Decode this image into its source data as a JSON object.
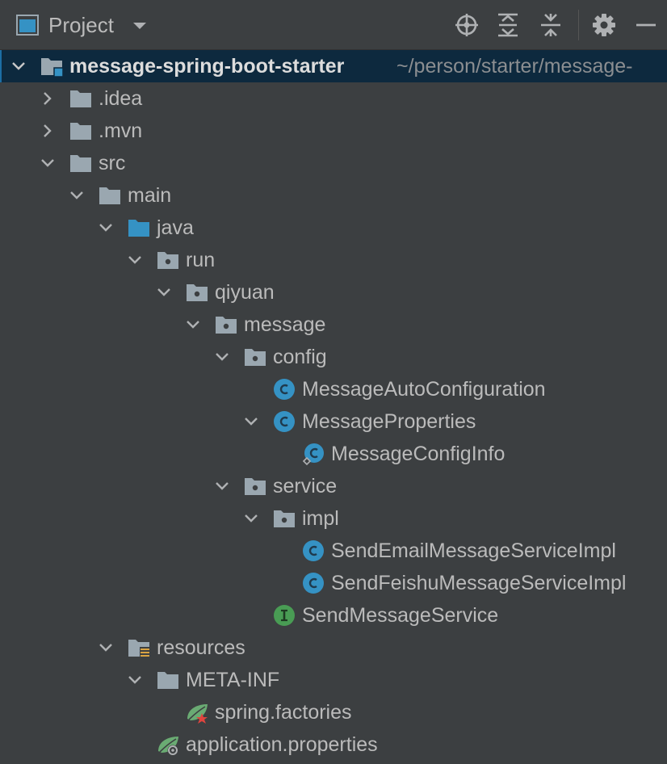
{
  "toolbar": {
    "title": "Project",
    "buttons": [
      "locate-icon",
      "expand-all-icon",
      "collapse-all-icon",
      "gear-icon",
      "minimize-icon"
    ]
  },
  "tree": {
    "root": {
      "label": "message-spring-boot-starter",
      "path": "~/person/starter/message-"
    },
    "items": [
      {
        "label": ".idea"
      },
      {
        "label": ".mvn"
      },
      {
        "label": "src"
      },
      {
        "label": "main"
      },
      {
        "label": "java"
      },
      {
        "label": "run"
      },
      {
        "label": "qiyuan"
      },
      {
        "label": "message"
      },
      {
        "label": "config"
      },
      {
        "label": "MessageAutoConfiguration"
      },
      {
        "label": "MessageProperties"
      },
      {
        "label": "MessageConfigInfo"
      },
      {
        "label": "service"
      },
      {
        "label": "impl"
      },
      {
        "label": "SendEmailMessageServiceImpl"
      },
      {
        "label": "SendFeishuMessageServiceImpl"
      },
      {
        "label": "SendMessageService"
      },
      {
        "label": "resources"
      },
      {
        "label": "META-INF"
      },
      {
        "label": "spring.factories"
      },
      {
        "label": "application.properties"
      }
    ]
  },
  "colors": {
    "background": "#3c3f41",
    "selection": "#0d293e",
    "text": "#bbbbbb",
    "path_text": "#8b8e91",
    "folder": "#9aa7b0",
    "source_folder": "#3592c4",
    "class_icon": "#3592c4",
    "interface_icon": "#499c54",
    "spring_leaf": "#6aab73"
  }
}
